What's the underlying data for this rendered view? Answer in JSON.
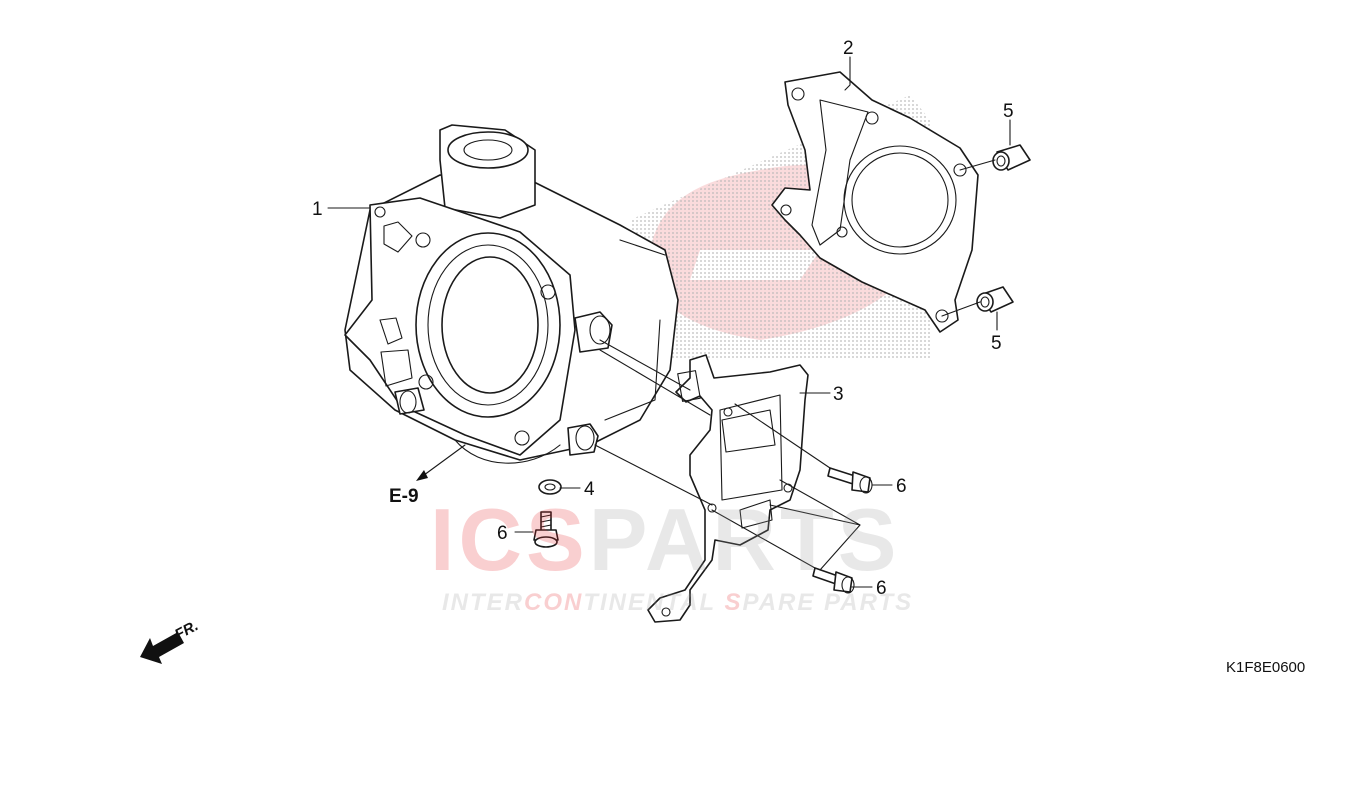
{
  "diagram": {
    "callouts": {
      "c1": "1",
      "c2": "2",
      "c3": "3",
      "c4": "4",
      "c5a": "5",
      "c5b": "5",
      "c6a": "6",
      "c6b": "6",
      "c6c": "6"
    },
    "reference": "E-9",
    "front_marker": "FR.",
    "drawing_code": "K1F8E0600"
  },
  "watermark": {
    "brand_red": "ICS",
    "brand_gray": "PARTS",
    "tagline_parts": [
      "INTER",
      "CON",
      "TINENTAL ",
      "S",
      "PARE PARTS"
    ],
    "red_color": "#e5292f",
    "gray_color": "#9a9a9a"
  }
}
